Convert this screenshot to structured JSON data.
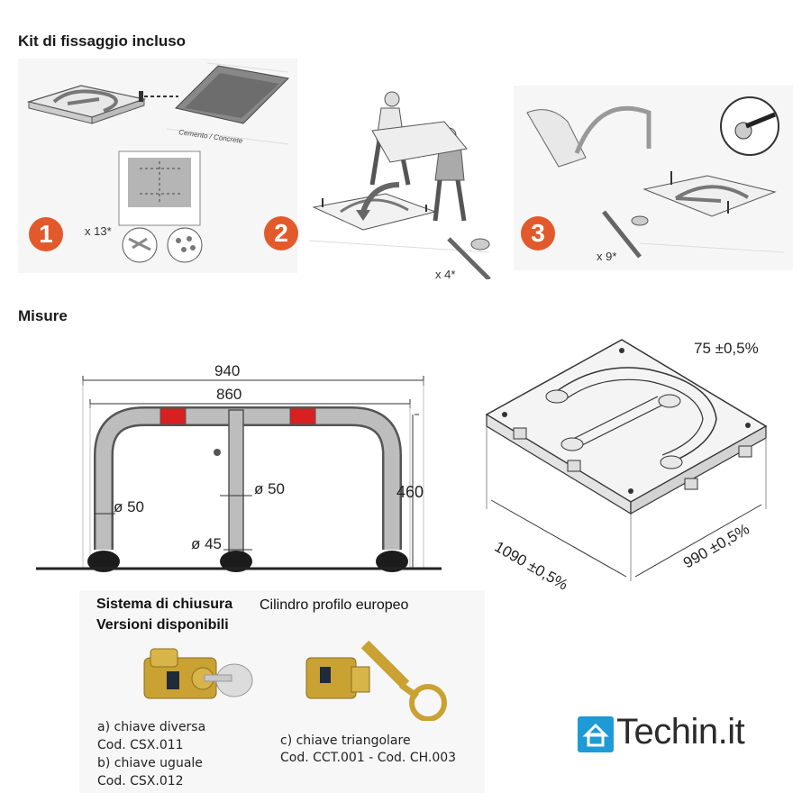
{
  "section_kit": {
    "title": "Kit di fissaggio incluso",
    "concrete_label": "Cemento / Concrete",
    "steps": [
      {
        "number": "1",
        "quantity": "x 13*"
      },
      {
        "number": "2",
        "quantity": "x 4*"
      },
      {
        "number": "3",
        "quantity": "x 9*"
      }
    ]
  },
  "section_measures": {
    "title": "Misure",
    "front_view": {
      "overall_width": "940",
      "inner_width": "860",
      "height": "460",
      "pipe_left": "ø 50",
      "pipe_center": "ø 50",
      "post": "ø 45"
    },
    "base_view": {
      "thickness": "75 ±0,5%",
      "length": "1090 ±0,5%",
      "width": "990 ±0,5%"
    }
  },
  "locking": {
    "title": "Sistema di chiusura",
    "subtitle": "Cilindro profilo europeo",
    "versions_title": "Versioni disponibili",
    "option_a": "a) chiave diversa",
    "code_a": "Cod. CSX.011",
    "option_b": "b) chiave uguale",
    "code_b": "Cod. CSX.012",
    "option_c": "c) chiave triangolare",
    "code_c": "Cod. CCT.001 - Cod. CH.003"
  },
  "brand": {
    "name": "Techin.it",
    "color": "#1e9ad6"
  },
  "colors": {
    "step_badge": "#e25a2b",
    "reflector": "#d82020",
    "brass": "#c9a233"
  }
}
